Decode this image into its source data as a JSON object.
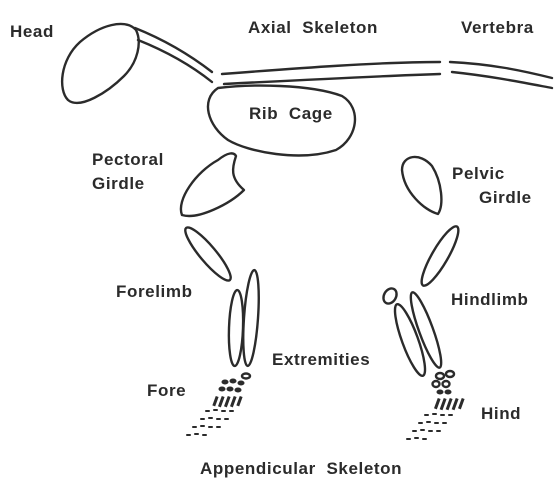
{
  "labels": {
    "head": "Head",
    "axial_skeleton": "Axial  Skeleton",
    "vertebra": "Vertebra",
    "rib_cage": "Rib  Cage",
    "pectoral_girdle_line1": "Pectoral",
    "pectoral_girdle_line2": "Girdle",
    "pelvic_girdle_line1": "Pelvic",
    "pelvic_girdle_line2": "Girdle",
    "forelimb": "Forelimb",
    "hindlimb": "Hindlimb",
    "extremities": "Extremities",
    "fore": "Fore",
    "hind": "Hind",
    "appendicular_skeleton": "Appendicular  Skeleton"
  }
}
